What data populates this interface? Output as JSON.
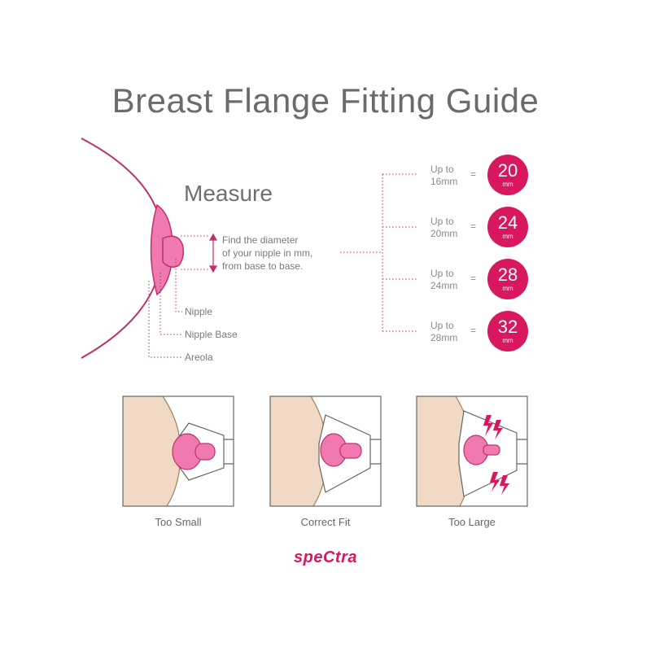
{
  "title": "Breast Flange Fitting Guide",
  "measure": {
    "heading": "Measure",
    "description": [
      "Find the diameter",
      "of your nipple in mm,",
      "from base to base."
    ]
  },
  "anatomy_labels": {
    "nipple": "Nipple",
    "nipple_base": "Nipple Base",
    "areola": "Areola"
  },
  "sizes": [
    {
      "upto_line1": "Up to",
      "upto_line2": "16mm",
      "equals": "=",
      "size": "20",
      "unit": "mm"
    },
    {
      "upto_line1": "Up to",
      "upto_line2": "20mm",
      "equals": "=",
      "size": "24",
      "unit": "mm"
    },
    {
      "upto_line1": "Up to",
      "upto_line2": "24mm",
      "equals": "=",
      "size": "28",
      "unit": "mm"
    },
    {
      "upto_line1": "Up to",
      "upto_line2": "28mm",
      "equals": "=",
      "size": "32",
      "unit": "mm"
    }
  ],
  "fits": [
    {
      "caption": "Too Small"
    },
    {
      "caption": "Correct Fit"
    },
    {
      "caption": "Too Large"
    }
  ],
  "brand": "speCtra",
  "colors": {
    "brand_pink": "#d9175f",
    "areola_pink": "#f07ab0",
    "skin": "#f0d9c5",
    "outline": "#b3305d",
    "text": "#707070"
  }
}
